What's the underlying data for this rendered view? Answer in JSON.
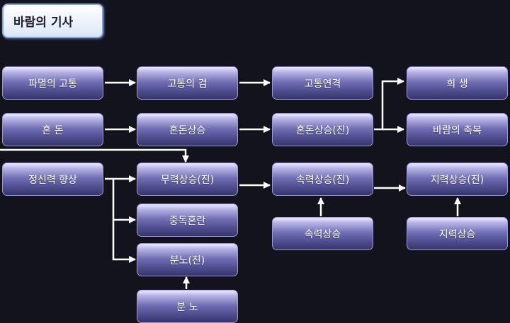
{
  "title": "바람의 기사",
  "nodes": {
    "pain_destruction": "파멸의 고통",
    "pain_sword": "고통의 검",
    "pain_chain": "고통연격",
    "sacrifice": "희 생",
    "chaos": "혼 돈",
    "chaos_up": "혼돈상승",
    "chaos_up_true": "혼돈상승(진)",
    "wind_blessing": "바람의 축복",
    "mental_up": "정신력 향상",
    "martial_up_true": "무력상승(진)",
    "speed_up_true": "속력상승(진)",
    "intel_up_true": "지력상승(진)",
    "poison_confusion": "중독혼란",
    "speed_up": "속력상승",
    "intel_up": "지력상승",
    "rage_true": "분노(진)",
    "rage": "분 노"
  },
  "colors": {
    "background": "#13131d",
    "connector": "#ffffff",
    "node_border": "#9c9ad6",
    "title_border": "#7fa6d8"
  }
}
